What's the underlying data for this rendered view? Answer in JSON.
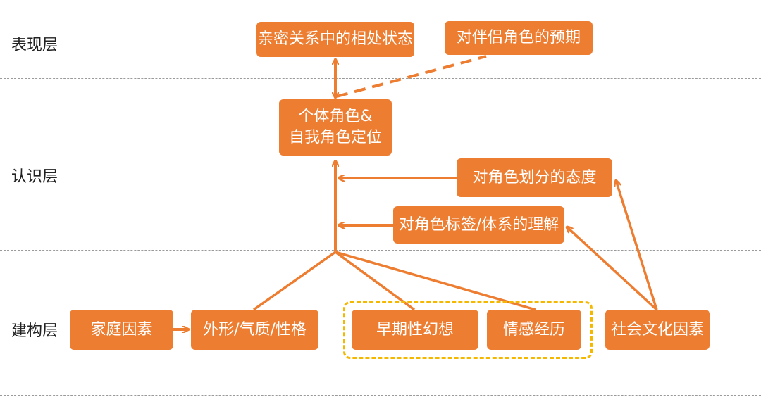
{
  "layers": {
    "top": "表现层",
    "middle": "认识层",
    "bottom": "建构层"
  },
  "nodes": {
    "intimacy_state": "亲密关系中的相处状态",
    "partner_expectation": "对伴侣角色的预期",
    "self_role_line1": "个体角色&",
    "self_role_line2": "自我角色定位",
    "division_attitude": "对角色划分的态度",
    "label_understanding": "对角色标签/体系的理解",
    "family": "家庭因素",
    "appearance": "外形/气质/性格",
    "early_fantasy": "早期性幻想",
    "emotional_experience": "情感经历",
    "social_culture": "社会文化因素"
  },
  "colors": {
    "node": "#ED7D31",
    "connector": "#ED7D31",
    "group_border": "#F5B800",
    "layer_divider": "#9a9a9a"
  }
}
